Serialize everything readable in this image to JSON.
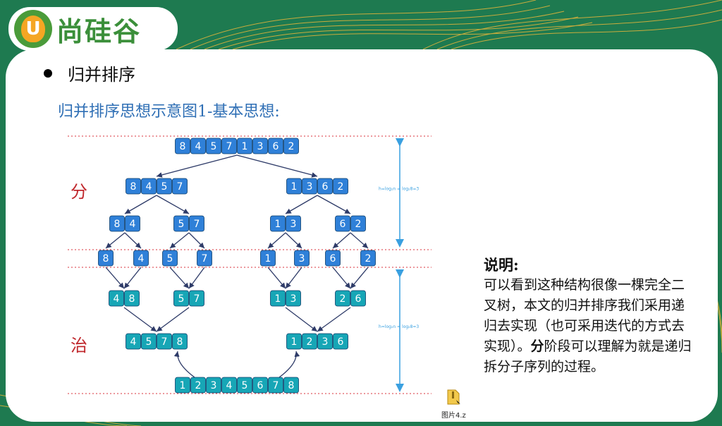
{
  "logo": {
    "letter": "U",
    "text": "尚硅谷"
  },
  "slide": {
    "heading": "归并排序",
    "subheading": "归并排序思想示意图1-基本思想:"
  },
  "phases": {
    "divide": "分",
    "conquer": "治"
  },
  "height_note": "h=log₂n = log₂8=3",
  "explanation": {
    "title": "说明:",
    "body_prefix": "可以看到这种结构很像一棵完全二叉树，本文的归并排序我们采用递归去实现（也可采用迭代的方式去实现）。",
    "body_bold": "分",
    "body_suffix": "阶段可以理解为就是递归拆分子序列的过程。"
  },
  "file": {
    "label": "图片4.z"
  },
  "colors": {
    "divide_box": "#2f80d8",
    "conquer_box": "#17a6b6",
    "divider_line": "#d9323b",
    "arrow": "#2e3b68"
  },
  "divide": {
    "level0": [
      [
        "8",
        "4",
        "5",
        "7",
        "1",
        "3",
        "6",
        "2"
      ]
    ],
    "level1": [
      [
        "8",
        "4",
        "5",
        "7"
      ],
      [
        "1",
        "3",
        "6",
        "2"
      ]
    ],
    "level2": [
      [
        "8",
        "4"
      ],
      [
        "5",
        "7"
      ],
      [
        "1",
        "3"
      ],
      [
        "6",
        "2"
      ]
    ],
    "level3": [
      [
        "8"
      ],
      [
        "4"
      ],
      [
        "5"
      ],
      [
        "7"
      ],
      [
        "1"
      ],
      [
        "3"
      ],
      [
        "6"
      ],
      [
        "2"
      ]
    ]
  },
  "conquer": {
    "level1": [
      [
        "4",
        "8"
      ],
      [
        "5",
        "7"
      ],
      [
        "1",
        "3"
      ],
      [
        "2",
        "6"
      ]
    ],
    "level2": [
      [
        "4",
        "5",
        "7",
        "8"
      ],
      [
        "1",
        "2",
        "3",
        "6"
      ]
    ],
    "level3": [
      [
        "1",
        "2",
        "3",
        "4",
        "5",
        "6",
        "7",
        "8"
      ]
    ]
  }
}
